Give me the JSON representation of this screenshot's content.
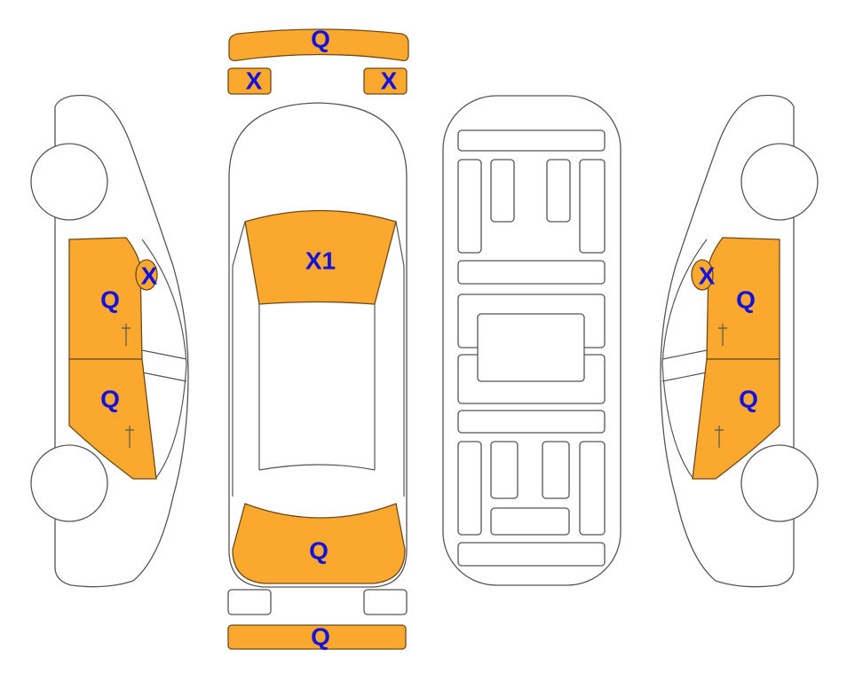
{
  "legend_colors": {
    "damage": "#FBA82F",
    "label": "#1212e0",
    "outline": "#555555"
  },
  "parts": {
    "front_bumper": {
      "code": "Q"
    },
    "left_headlight": {
      "code": "X"
    },
    "right_headlight": {
      "code": "X"
    },
    "windshield": {
      "code": "X1"
    },
    "rear_window": {
      "code": "Q"
    },
    "rear_bumper": {
      "code": "Q"
    },
    "left_mirror": {
      "code": "X"
    },
    "left_front_door": {
      "code": "Q"
    },
    "left_rear_door": {
      "code": "Q"
    },
    "right_mirror": {
      "code": "X"
    },
    "right_front_door": {
      "code": "Q"
    },
    "right_rear_door": {
      "code": "Q"
    }
  }
}
